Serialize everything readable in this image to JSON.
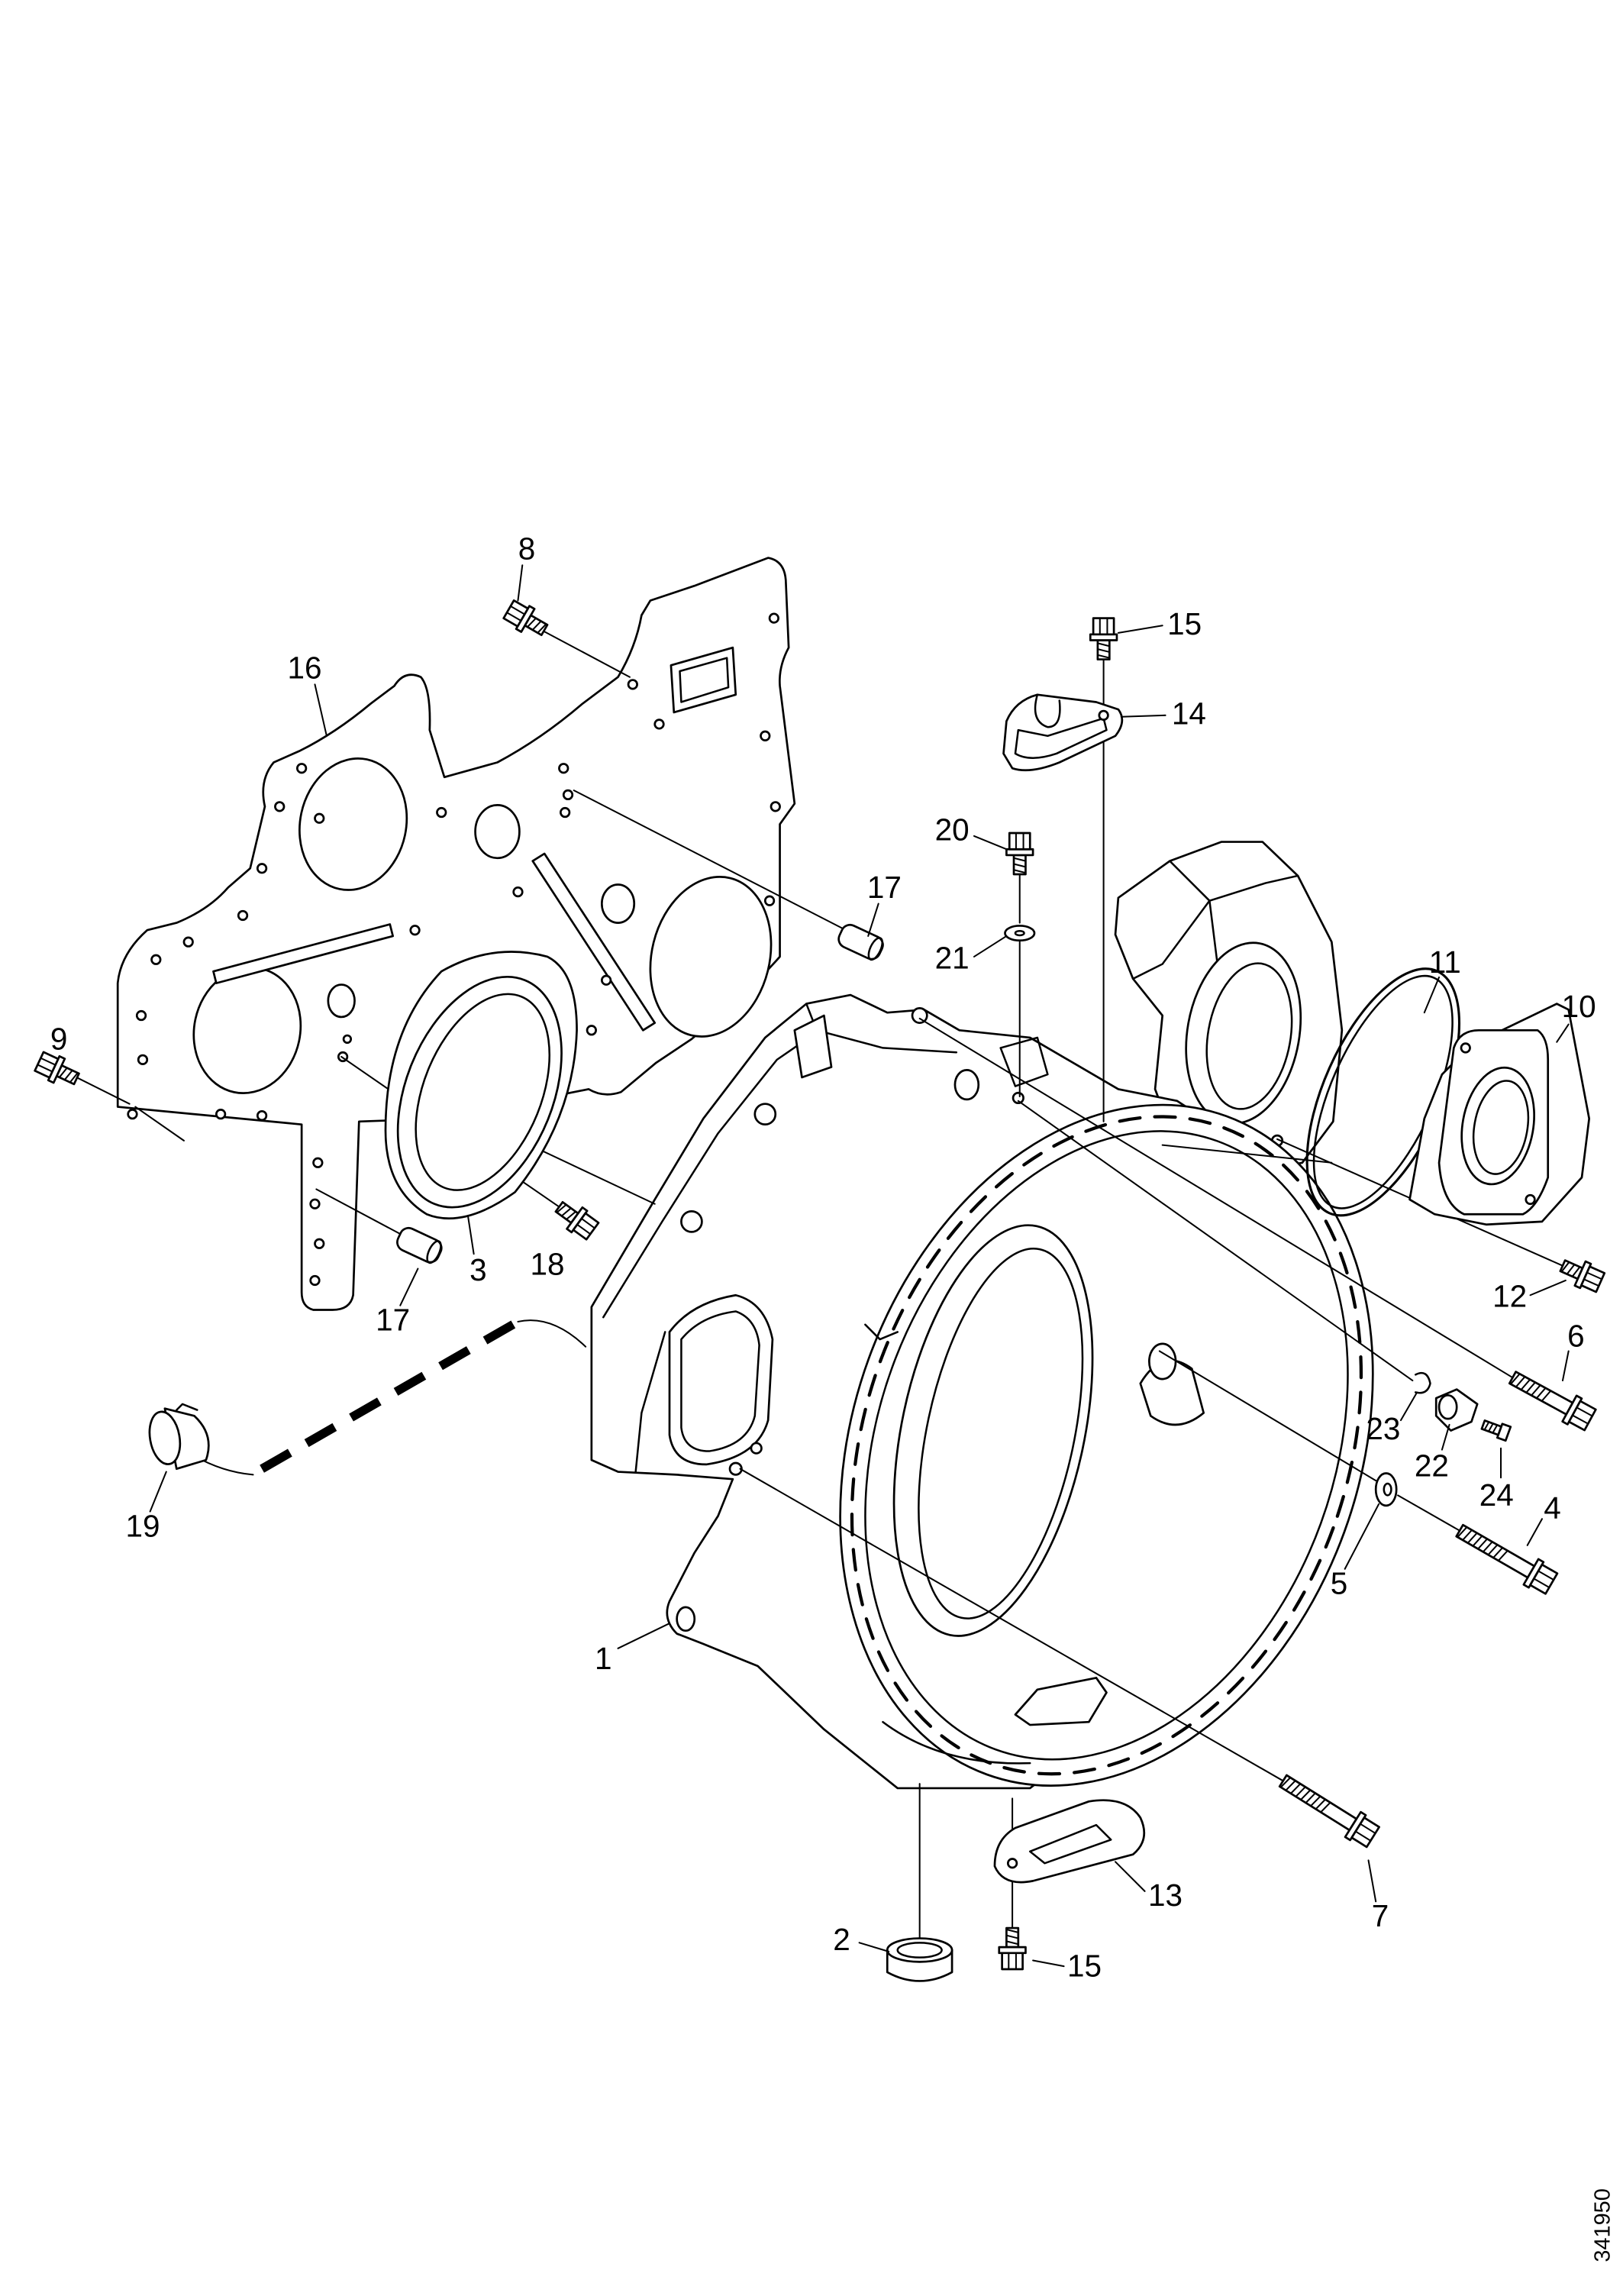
{
  "callouts": [
    "8",
    "16",
    "9",
    "3",
    "18",
    "17",
    "17",
    "19",
    "15",
    "14",
    "20",
    "21",
    "11",
    "10",
    "12",
    "6",
    "23",
    "22",
    "24",
    "4",
    "5",
    "1",
    "13",
    "7",
    "2",
    "15"
  ],
  "drawing_number": "341950"
}
